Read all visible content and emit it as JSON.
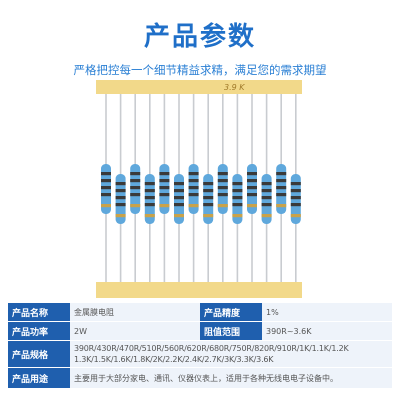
{
  "header": {
    "title": "产品参数",
    "subtitle": "严格把控每一个细节精益求精，满足您的需求期望"
  },
  "photo": {
    "tape_label": "3.9 K",
    "colors": {
      "tape": "#f2d98a",
      "wire": "#c9ccd0",
      "body": "#5fa8dc",
      "band_dark": "#3a3a3a",
      "band_gold": "#c9a24a"
    },
    "resistor_count": 14
  },
  "specs": {
    "row1": {
      "k1": "产品名称",
      "v1": "金属膜电阻",
      "k2": "产品精度",
      "v2": "1%"
    },
    "row2": {
      "k1": "产品功率",
      "v1": "2W",
      "k2": "阻值范围",
      "v2": "390R~3.6K"
    },
    "row3": {
      "k": "产品规格",
      "line1": "390R/430R/470R/510R/560R/620R/680R/750R/820R/910R/1K/1.1K/1.2K",
      "line2": "1.3K/1.5K/1.6K/1.8K/2K/2.2K/2.4K/2.7K/3K/3.3K/3.6K"
    },
    "row4": {
      "k": "产品用途",
      "v": "主要用于大部分家电、通讯、仪器仪表上，适用于各种无线电电子设备中。"
    }
  }
}
